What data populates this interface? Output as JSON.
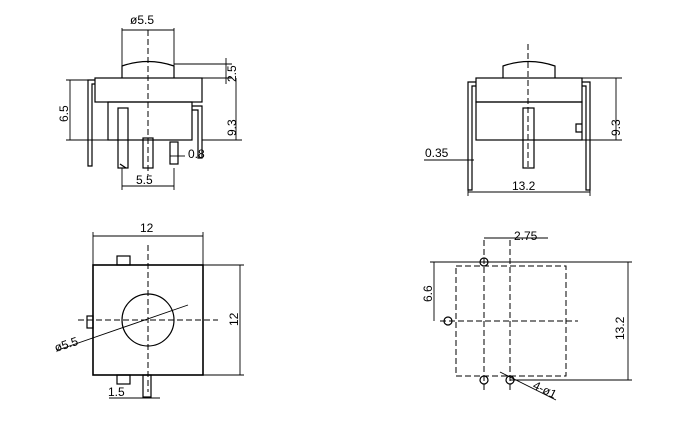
{
  "front_view": {
    "dim_cap_diameter": "ø5.5",
    "dim_cap_height": "2.5",
    "dim_body_height": "9.3",
    "dim_side_height": "6.5",
    "dim_pin_width": "0.8",
    "dim_pin_spacing": "5.5"
  },
  "side_view": {
    "dim_lead_thickness": "0.35",
    "dim_height": "9.3",
    "dim_lead_span": "13.2"
  },
  "top_view": {
    "dim_width": "12",
    "dim_height": "12",
    "dim_button_diameter": "ø5.5",
    "dim_tab_offset": "1.5"
  },
  "footprint_view": {
    "dim_hole_offset": "2.75",
    "dim_vertical_offset": "6.6",
    "dim_height": "13.2",
    "dim_holes": "4-ø1"
  }
}
